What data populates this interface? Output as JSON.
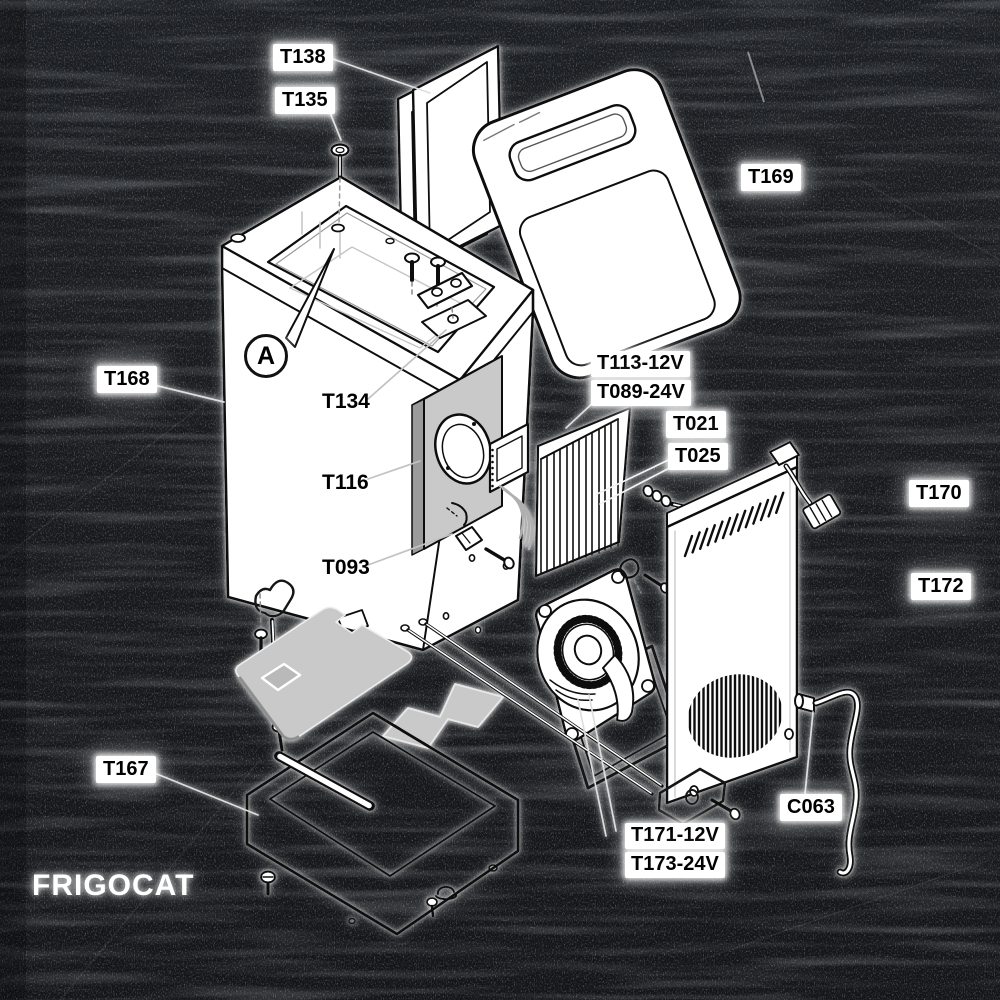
{
  "brand": "FRIGOCAT",
  "callout": "A",
  "labels": {
    "t138": "T138",
    "t135": "T135",
    "t169": "T169",
    "t168": "T168",
    "t134": "T134",
    "t116": "T116",
    "t093": "T093",
    "t113": "T113-12V",
    "t089": "T089-24V",
    "t021": "T021",
    "t025": "T025",
    "t170": "T170",
    "t172": "T172",
    "c063": "C063",
    "t171": "T171-12V",
    "t173": "T173-24V",
    "t167": "T167"
  },
  "colors": {
    "background": "#17191c",
    "line": "#111111",
    "label_background": "#ffffff",
    "label_text": "#000000",
    "glow": "#ffffff",
    "panel_gray": "#c9c9c9"
  }
}
